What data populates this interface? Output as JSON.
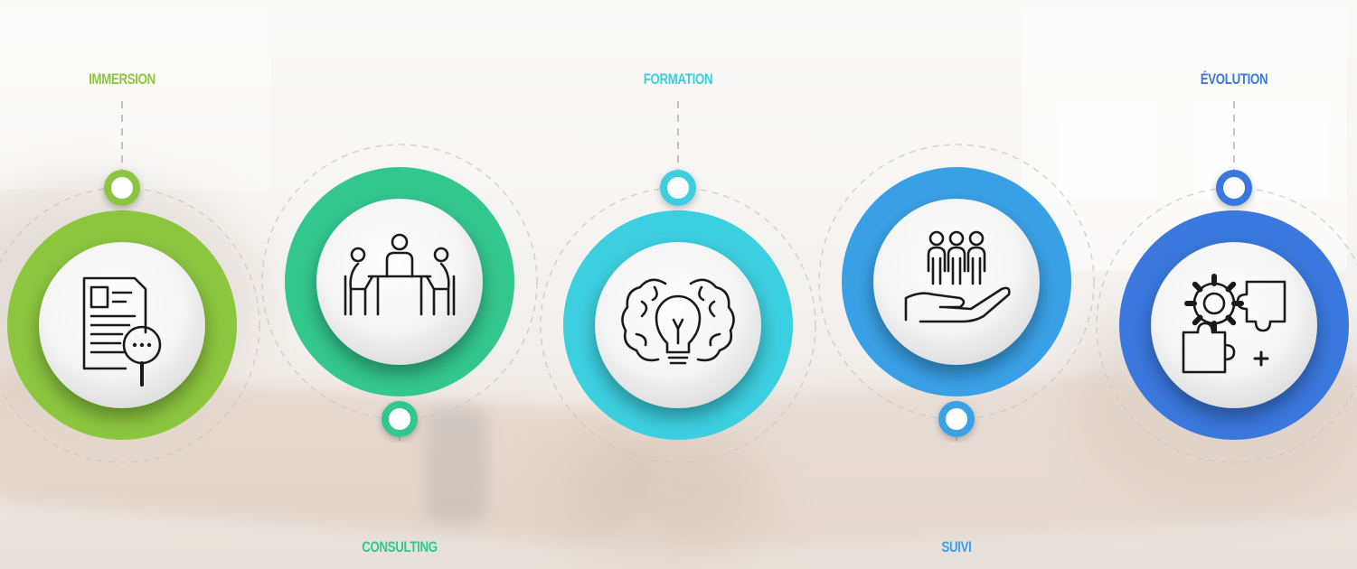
{
  "steps": [
    {
      "label": "IMMERSION",
      "color": "#8cc63f",
      "icon": "document-search-icon",
      "label_position": "top"
    },
    {
      "label": "CONSULTING",
      "color": "#33c78e",
      "icon": "meeting-table-icon",
      "label_position": "bottom"
    },
    {
      "label": "FORMATION",
      "color": "#3ccfe0",
      "icon": "brain-lightbulb-icon",
      "label_position": "top"
    },
    {
      "label": "SUIVI",
      "color": "#3aa0e6",
      "icon": "hand-team-icon",
      "label_position": "bottom"
    },
    {
      "label": "ÉVOLUTION",
      "color": "#3a78de",
      "icon": "gear-puzzle-icon",
      "label_position": "top"
    }
  ]
}
